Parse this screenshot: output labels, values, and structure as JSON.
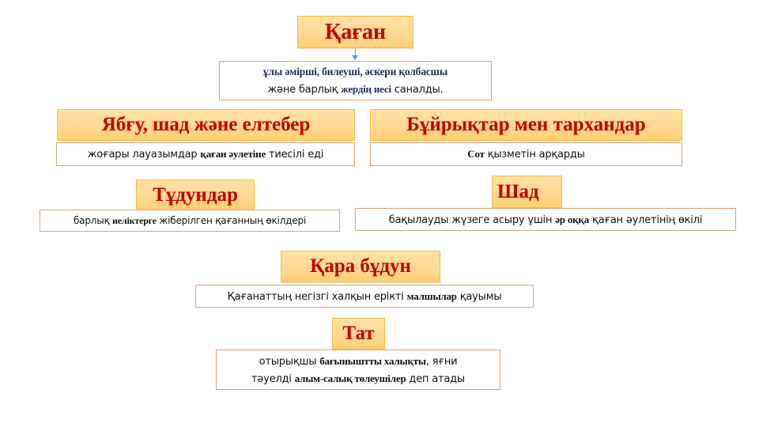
{
  "diagram": {
    "nodes": {
      "kagan": {
        "title": "Қаған",
        "desc_line1": "ұлы әмірші, билеуші, әскери қолбасшы",
        "desc_line2_pre": "және барлық ",
        "desc_line2_bold": "жердің иесі",
        "desc_line2_post": " саналды."
      },
      "yabgu": {
        "title": "Ябғу, шад және елтебер",
        "desc_pre": "жоғары лауазымдар ",
        "desc_bold": "қаған әулетіне",
        "desc_post": " тиесілі еді"
      },
      "buyryq": {
        "title": "Бұйрықтар мен тархандар",
        "desc_bold": "Сот",
        "desc_post": " қызметін арқарды"
      },
      "tudun": {
        "title": "Тұдундар",
        "desc_pre": "барлық ",
        "desc_bold": "иеліктерге",
        "desc_post": " жіберілген қағанның өкілдері"
      },
      "shad": {
        "title": "Шад",
        "desc_pre": "бақылауды жүзеге асыру үшін ",
        "desc_bold": "әр оққа",
        "desc_post": " қаған әулетінің өкілі"
      },
      "qara_budun": {
        "title": "Қара бұдун",
        "desc_pre": "Қағанаттың негізгі халқын ерікті ",
        "desc_bold": "малшылар",
        "desc_post": " қауымы"
      },
      "tat": {
        "title": "Тат",
        "desc_line1_pre": "отырықшы ",
        "desc_line1_bold": "бағыныштты халықты",
        "desc_line1_post": ", яғни",
        "desc_line2_pre": "тәуелді ",
        "desc_line2_bold": "алым-салық төлеушілер",
        "desc_line2_post": " деп атады"
      }
    },
    "colors": {
      "title_text": "#c00000",
      "title_fill": "#ffd88f",
      "title_border": "#f3c046",
      "desc_border": "#e0a070",
      "arrow": "#5b9bd5",
      "emphasis_navy": "#1f2d5a"
    }
  }
}
